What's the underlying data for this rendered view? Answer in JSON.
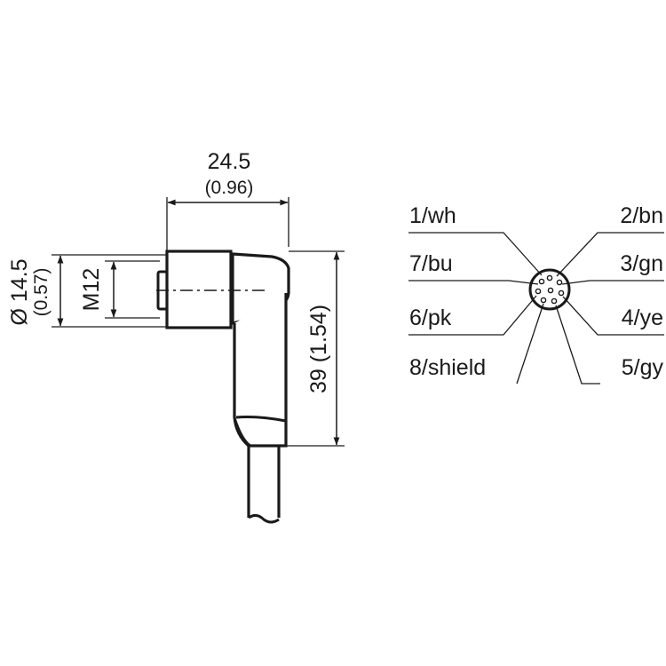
{
  "dimensions": {
    "width_mm": "24.5",
    "width_in": "(0.96)",
    "diameter_mm": "Ø 14.5",
    "diameter_in": "(0.57)",
    "thread": "M12",
    "height": "39 (1.54)"
  },
  "pins": [
    {
      "label": "1/wh",
      "side": "left"
    },
    {
      "label": "7/bu",
      "side": "left"
    },
    {
      "label": "6/pk",
      "side": "left"
    },
    {
      "label": "8/shield",
      "side": "left"
    },
    {
      "label": "2/bn",
      "side": "right"
    },
    {
      "label": "3/gn",
      "side": "right"
    },
    {
      "label": "4/ye",
      "side": "right"
    },
    {
      "label": "5/gy",
      "side": "right"
    }
  ],
  "colors": {
    "line": "#1a1a1a",
    "background": "#ffffff"
  }
}
